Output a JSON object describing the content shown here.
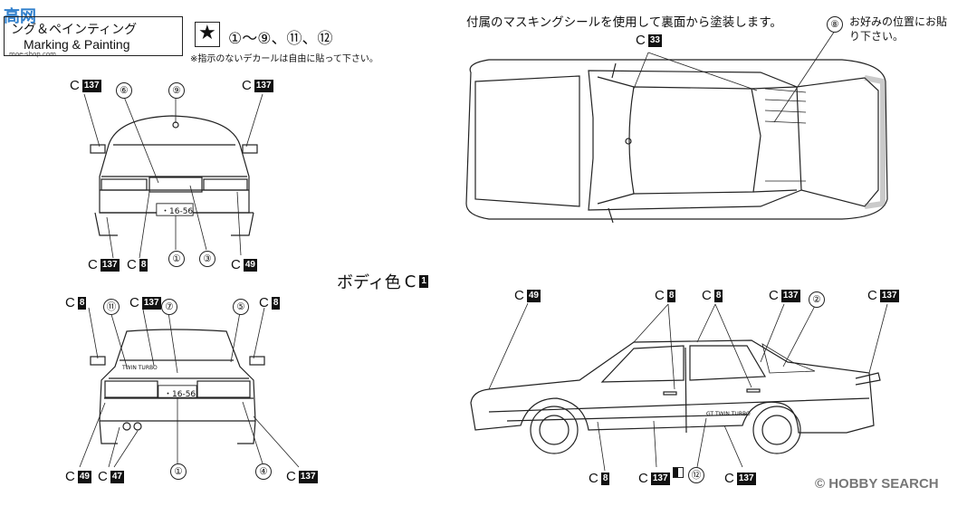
{
  "header": {
    "title_jp": "ング＆ペインティング",
    "title_en": "Marking & Painting",
    "star_symbol": "★",
    "decal_list": "①〜⑨、⑪、⑫",
    "note": "※指示のないデカールは自由に貼って下さい。"
  },
  "watermark": {
    "top": "高",
    "suffix": "网",
    "site": "moe-shop.com"
  },
  "top_view": {
    "note": "付属のマスキングシールを使用して裏面から塗装します。",
    "any_position": "お好みの位置にお貼り下さい。",
    "labels": [
      {
        "prefix": "C",
        "code": "33"
      }
    ],
    "circles": [
      "⑧"
    ]
  },
  "body_color": {
    "text": "ボディ色",
    "prefix": "C",
    "code": "1"
  },
  "front_view": {
    "labels": [
      {
        "prefix": "C",
        "code": "137"
      },
      {
        "prefix": "C",
        "code": "137"
      },
      {
        "prefix": "C",
        "code": "137"
      },
      {
        "prefix": "C",
        "code": "8"
      },
      {
        "prefix": "C",
        "code": "49"
      }
    ],
    "circles": [
      "⑥",
      "⑨",
      "①",
      "③"
    ],
    "plate": "・16-56"
  },
  "rear_view": {
    "labels": [
      {
        "prefix": "C",
        "code": "8"
      },
      {
        "prefix": "C",
        "code": "137"
      },
      {
        "prefix": "C",
        "code": "8"
      },
      {
        "prefix": "C",
        "code": "49"
      },
      {
        "prefix": "C",
        "code": "47"
      },
      {
        "prefix": "C",
        "code": "137"
      }
    ],
    "circles": [
      "⑪",
      "⑦",
      "⑤",
      "①",
      "④"
    ],
    "plate": "・16-56",
    "badge_text": "TWIN TURBO"
  },
  "side_view": {
    "labels": [
      {
        "prefix": "C",
        "code": "49"
      },
      {
        "prefix": "C",
        "code": "8"
      },
      {
        "prefix": "C",
        "code": "8"
      },
      {
        "prefix": "C",
        "code": "137"
      },
      {
        "prefix": "C",
        "code": "137"
      },
      {
        "prefix": "C",
        "code": "8"
      },
      {
        "prefix": "C",
        "code": "137"
      },
      {
        "prefix": "C",
        "code": "137"
      }
    ],
    "circles": [
      "②",
      "⑫"
    ],
    "stripe_text": "GT TWIN TURBO"
  },
  "footer": {
    "brand": "© HOBBY SEARCH"
  }
}
